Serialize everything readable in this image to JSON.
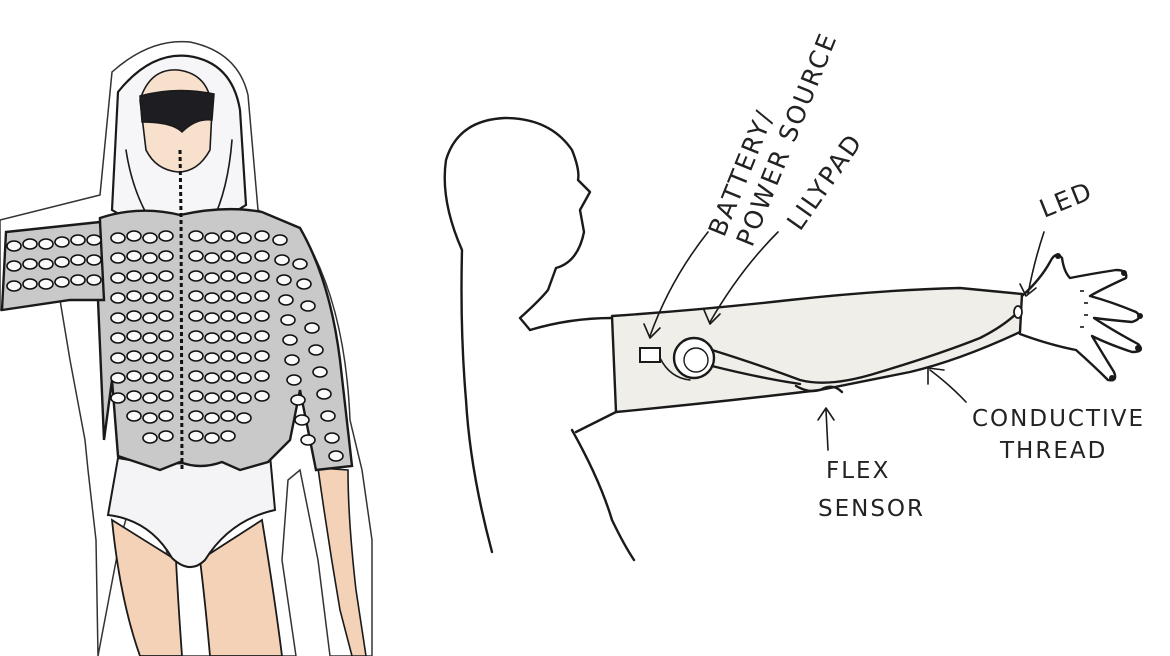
{
  "labels": {
    "battery_line1": "BATTERY/",
    "battery_line2": "POWER SOURCE",
    "lilypad": "LILYPAD",
    "led": "LED",
    "conductive_line1": "CONDUCTIVE",
    "conductive_line2": "THREAD",
    "flex_line1": "FLEX",
    "flex_line2": "SENSOR"
  },
  "colors": {
    "ink": "#1a1a1a",
    "skin": "#f3d2b8",
    "sleeve_fill": "#efeee8",
    "paper": "#ffffff",
    "visor": "#1e1e22"
  }
}
